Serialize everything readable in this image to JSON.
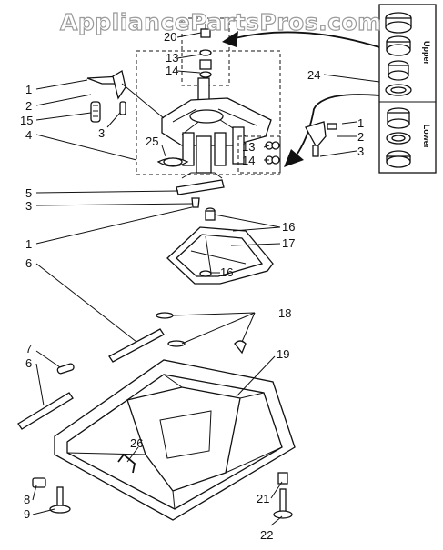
{
  "watermark": "AppliancePartsPros.com",
  "panel_labels": {
    "upper": "Upper",
    "lower": "Lower"
  },
  "callouts": [
    "20",
    "13",
    "14",
    "24",
    "1",
    "2",
    "15",
    "3",
    "4",
    "25",
    "1",
    "2",
    "3",
    "13",
    "14",
    "5",
    "3",
    "16",
    "17",
    "1",
    "6",
    "16",
    "18",
    "7",
    "6",
    "19",
    "26",
    "8",
    "9",
    "21",
    "22"
  ]
}
